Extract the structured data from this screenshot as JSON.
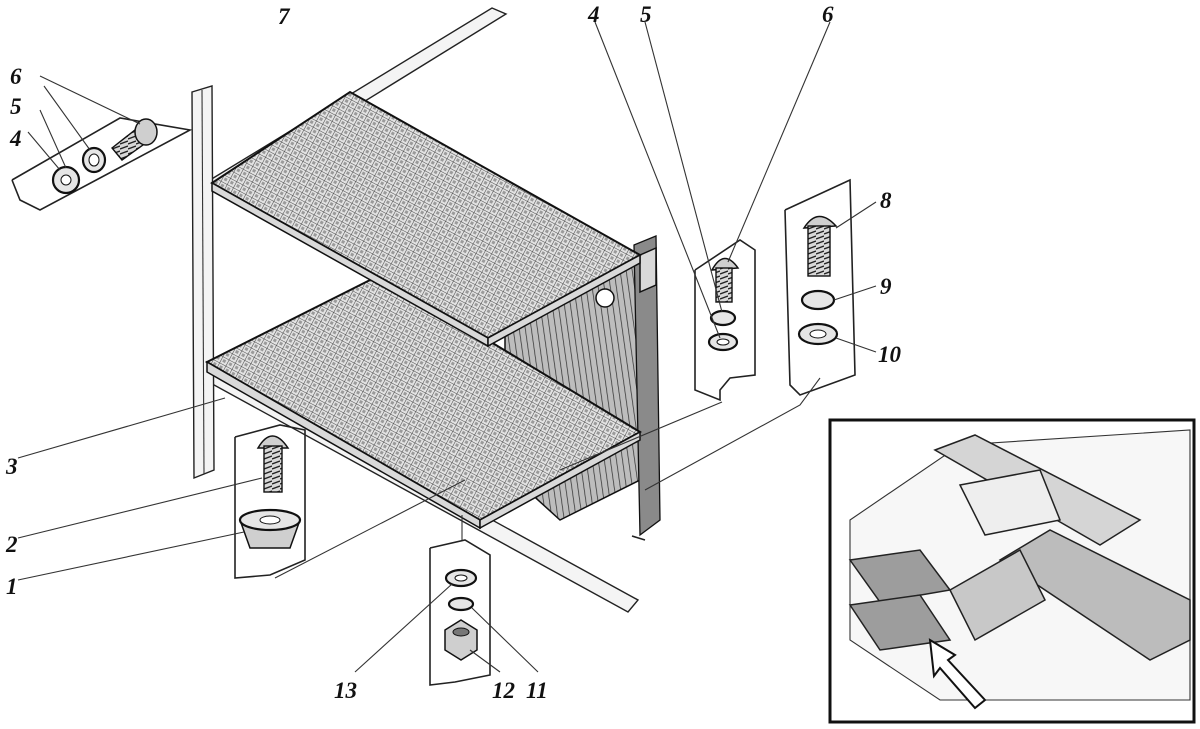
{
  "callouts": [
    {
      "id": "top-7",
      "label": "7"
    },
    {
      "id": "top-4",
      "label": "4"
    },
    {
      "id": "top-5",
      "label": "5"
    },
    {
      "id": "top-6",
      "label": "6"
    },
    {
      "id": "left-6",
      "label": "6"
    },
    {
      "id": "left-5",
      "label": "5"
    },
    {
      "id": "left-4",
      "label": "4"
    },
    {
      "id": "right-8",
      "label": "8"
    },
    {
      "id": "right-9",
      "label": "9"
    },
    {
      "id": "right-10",
      "label": "10"
    },
    {
      "id": "left-3",
      "label": "3"
    },
    {
      "id": "left-2",
      "label": "2"
    },
    {
      "id": "left-1",
      "label": "1"
    },
    {
      "id": "bottom-13",
      "label": "13"
    },
    {
      "id": "bottom-12",
      "label": "12"
    },
    {
      "id": "bottom-11",
      "label": "11"
    }
  ]
}
